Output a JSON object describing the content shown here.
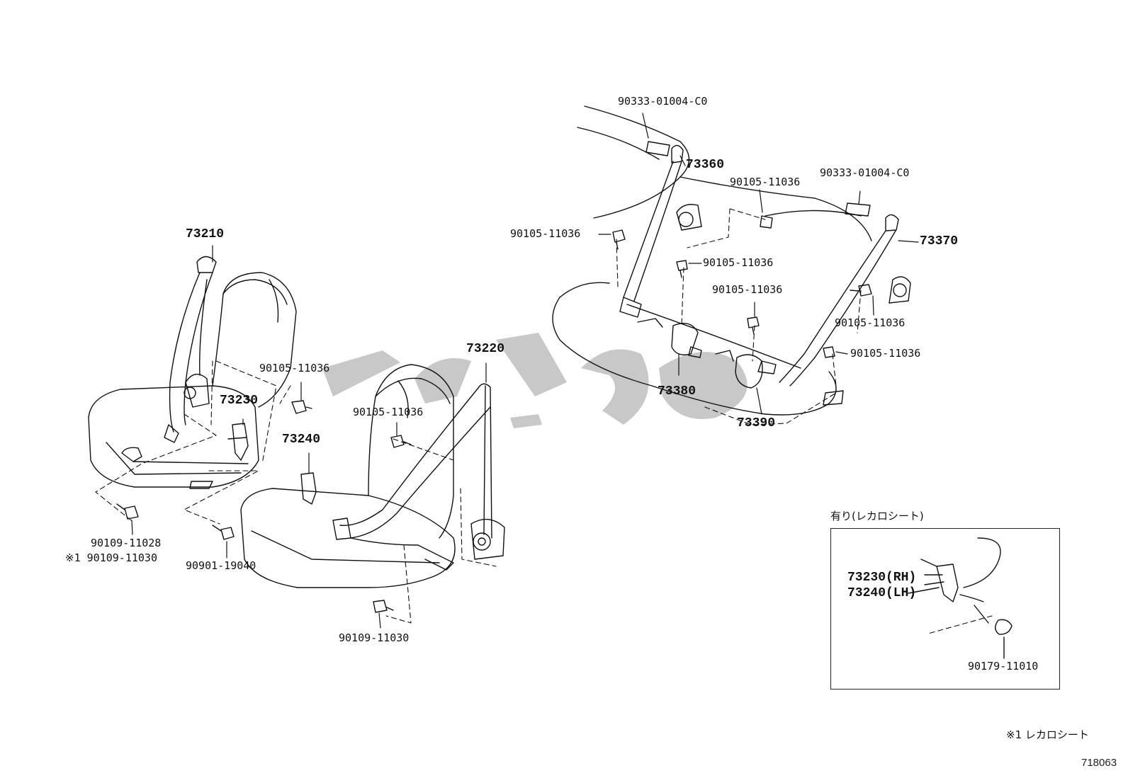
{
  "colors": {
    "line": "#111111",
    "watermark": "#c8c8c8"
  },
  "labels": {
    "p73210": "73210",
    "p73220": "73220",
    "p73230": "73230",
    "p73240": "73240",
    "p73360": "73360",
    "p73370": "73370",
    "p73380": "73380",
    "p73390": "73390",
    "bolt_a": "90105-11036",
    "bolt_b": "90105-11036",
    "bolt_c": "90105-11036",
    "bolt_d": "90105-11036",
    "bolt_e": "90105-11036",
    "bolt_f": "90105-11036",
    "bolt_g": "90105-11036",
    "bolt_h": "90105-11036",
    "cap_left": "90333-01004-C0",
    "cap_right": "90333-01004-C0",
    "b_11028": "90109-11028",
    "b_11030_note": "※1 90109-11030",
    "b_19040": "90901-19040",
    "b_11030": "90109-11030"
  },
  "inset": {
    "title": "有り(レカロシート)",
    "rh": "73230(RH)",
    "lh": "73240(LH)",
    "nut": "90179-11010"
  },
  "footnote": "※1 レカロシート",
  "ref_number": "718063"
}
